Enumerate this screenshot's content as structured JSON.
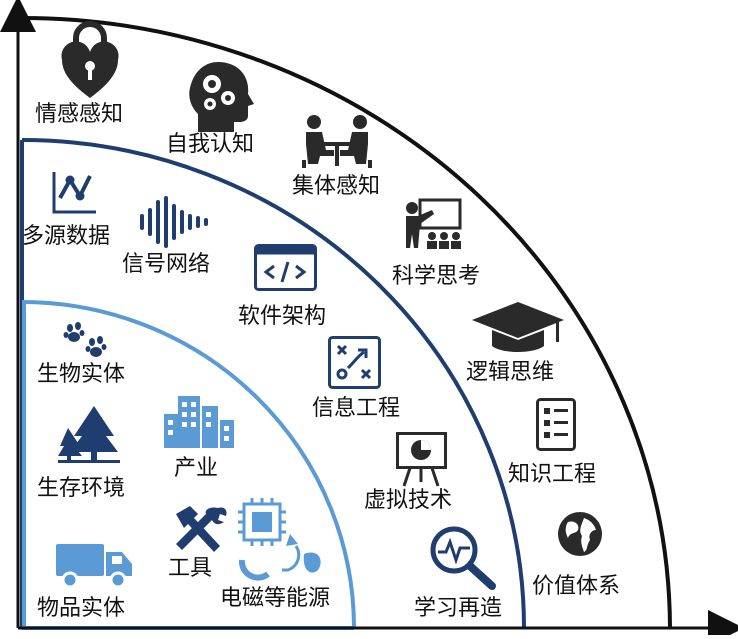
{
  "rings": [
    {
      "id": "outer",
      "color": "#111111",
      "items": [
        {
          "label": "情感感知",
          "icon": "heart-lock-icon"
        },
        {
          "label": "自我认知",
          "icon": "head-gears-icon"
        },
        {
          "label": "集体感知",
          "icon": "meeting-people-icon"
        },
        {
          "label": "科学思考",
          "icon": "teacher-board-icon"
        },
        {
          "label": "逻辑思维",
          "icon": "graduation-cap-icon"
        },
        {
          "label": "知识工程",
          "icon": "checklist-icon"
        },
        {
          "label": "价值体系",
          "icon": "globe-icon"
        }
      ]
    },
    {
      "id": "middle",
      "color": "#1f3d6e",
      "items": [
        {
          "label": "多源数据",
          "icon": "line-chart-icon"
        },
        {
          "label": "信号网络",
          "icon": "sound-wave-icon"
        },
        {
          "label": "软件架构",
          "icon": "code-window-icon"
        },
        {
          "label": "信息工程",
          "icon": "strategy-board-icon"
        },
        {
          "label": "虚拟技术",
          "icon": "presentation-pie-icon"
        },
        {
          "label": "学习再造",
          "icon": "magnifier-pulse-icon"
        }
      ]
    },
    {
      "id": "inner",
      "color": "#5b9bd5",
      "items": [
        {
          "label": "生物实体",
          "icon": "paw-prints-icon"
        },
        {
          "label": "生存环境",
          "icon": "trees-icon"
        },
        {
          "label": "物品实体",
          "icon": "truck-icon"
        },
        {
          "label": "产业",
          "icon": "buildings-icon"
        },
        {
          "label": "工具",
          "icon": "hammer-wrench-icon"
        },
        {
          "label": "电磁等能源",
          "icon": "chip-recycle-icon"
        }
      ]
    }
  ],
  "icon_color": "#2a2a2a",
  "accent_color": "#1f3d6e"
}
